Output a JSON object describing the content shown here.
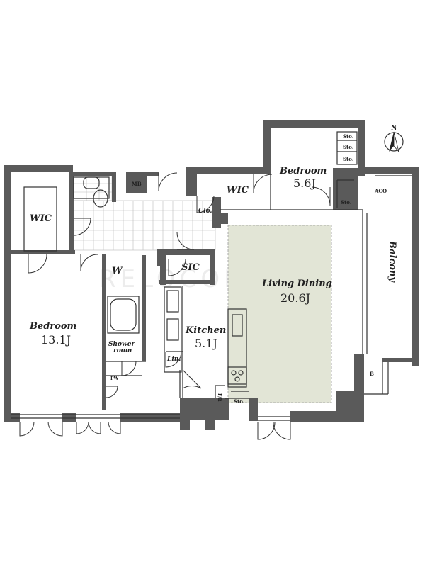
{
  "watermark": "RELOCORE",
  "north": {
    "label": "N"
  },
  "rooms": {
    "bedroom_upper": {
      "title": "Bedroom",
      "size": "5.6J"
    },
    "bedroom_main": {
      "title": "Bedroom",
      "size": "13.1J"
    },
    "living_dining": {
      "title": "Living Dining",
      "size": "20.6J"
    },
    "kitchen": {
      "title": "Kitchen",
      "size": "5.1J"
    },
    "balcony": {
      "title": "Balcony"
    },
    "shower": {
      "line1": "Shower",
      "line2": "room"
    }
  },
  "labels": {
    "wic_left": "WIC",
    "wic_upper": "WIC",
    "mb": "MB",
    "clo": "Clo.",
    "sic": "SIC",
    "w": "W",
    "lin": "Lin.",
    "sto_1": "Sto.",
    "sto_2": "Sto.",
    "sto_3": "Sto.",
    "sto_bedroom": "Sto.",
    "sto_kitchen": "Sto.",
    "aco": "ACO",
    "b": "B",
    "fr": "F/R",
    "pw": "PW"
  },
  "colors": {
    "wall": "#5a5a5a",
    "floor_living": "#e2e5d6",
    "line": "#333333"
  }
}
